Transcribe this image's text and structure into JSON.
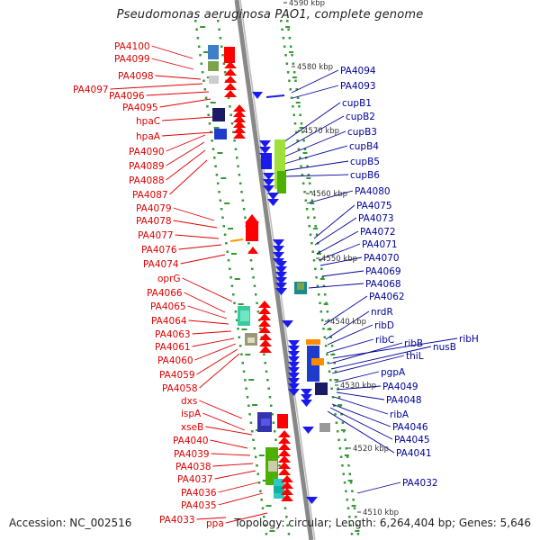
{
  "title": "Pseudomonas aeruginosa PAO1, complete genome",
  "footer": {
    "accession": "Accession: NC_002516",
    "summary": "Topology: circular; Length: 6,264,404 bp; Genes: 5,646"
  },
  "colors": {
    "left_label": "#dd0000",
    "right_label": "#000099",
    "backbone": "#888888",
    "tick": "#339933"
  },
  "kbp_labels": [
    "4590 kbp",
    "4580 kbp",
    "4570 kbp",
    "4560 kbp",
    "4550 kbp",
    "4540 kbp",
    "4530 kbp",
    "4520 kbp",
    "4510 kbp"
  ],
  "left_labels": [
    "PA4100",
    "PA4099",
    "PA4098",
    "PA4097",
    "PA4096",
    "PA4095",
    "hpaC",
    "hpaA",
    "PA4090",
    "PA4089",
    "PA4088",
    "PA4087",
    "PA4079",
    "PA4078",
    "PA4077",
    "PA4076",
    "PA4074",
    "oprG",
    "PA4066",
    "PA4065",
    "PA4064",
    "PA4063",
    "PA4061",
    "PA4060",
    "PA4059",
    "PA4058",
    "dxs",
    "ispA",
    "xseB",
    "PA4040",
    "PA4039",
    "PA4038",
    "PA4037",
    "PA4036",
    "PA4035",
    "PA4033",
    "ppa"
  ],
  "right_labels": [
    "PA4094",
    "PA4093",
    "cupB1",
    "cupB2",
    "cupB3",
    "cupB4",
    "cupB5",
    "cupB6",
    "PA4080",
    "PA4075",
    "PA4073",
    "PA4072",
    "PA4071",
    "PA4070",
    "PA4069",
    "PA4068",
    "PA4062",
    "nrdR",
    "ribD",
    "ribC",
    "ribB",
    "nusB",
    "ribH",
    "thiL",
    "pgpA",
    "PA4049",
    "PA4048",
    "ribA",
    "PA4046",
    "PA4045",
    "PA4041",
    "PA4032"
  ]
}
